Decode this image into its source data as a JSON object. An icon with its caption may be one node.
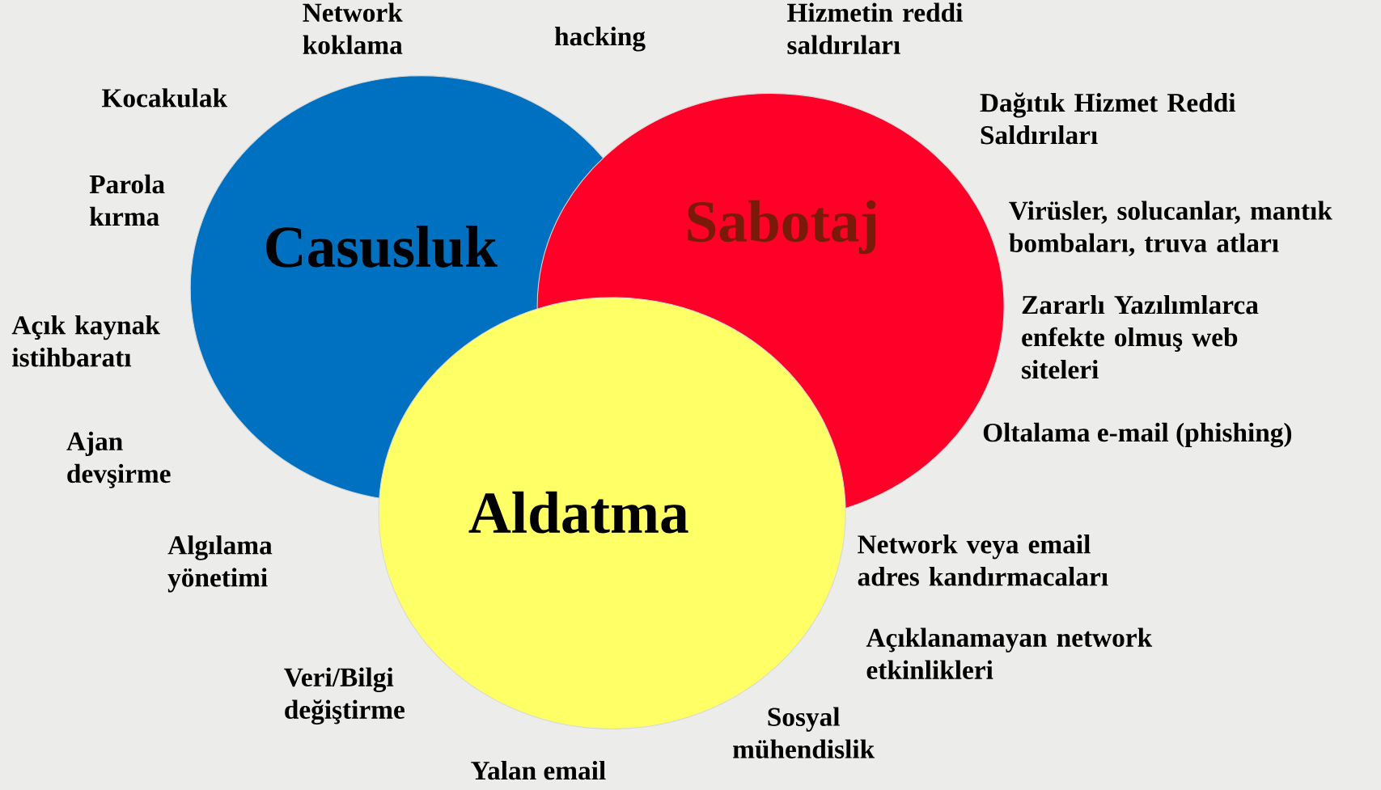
{
  "diagram": {
    "nodes": [
      {
        "text": [
          "Casusluk"
        ]
      },
      {
        "text": [
          "Sabotaj"
        ]
      },
      {
        "text": [
          "Aldatma"
        ]
      }
    ],
    "labels": [
      "Network koklama",
      "hacking",
      "Hizmetin reddi saldırıları",
      "Kocakulak",
      "Dağıtık Hizmet Reddi Saldırıları",
      "Parola kırma",
      "Virüsler, solucanlar, mantık bombaları, truva atları",
      "Açık kaynak istihbaratı",
      "Zararlı Yazılımlarca enfekte olmuş web siteleri",
      "Oltalama e-mail (phishing)",
      "Ajan devşirme",
      "Algılama yönetimi",
      "Network veya email adres kandırmacaları",
      "Açıklanamayan network etkinlikleri",
      "Veri/Bilgi değiştirme",
      "Sosyal mühendislik",
      "Yalan email"
    ]
  }
}
